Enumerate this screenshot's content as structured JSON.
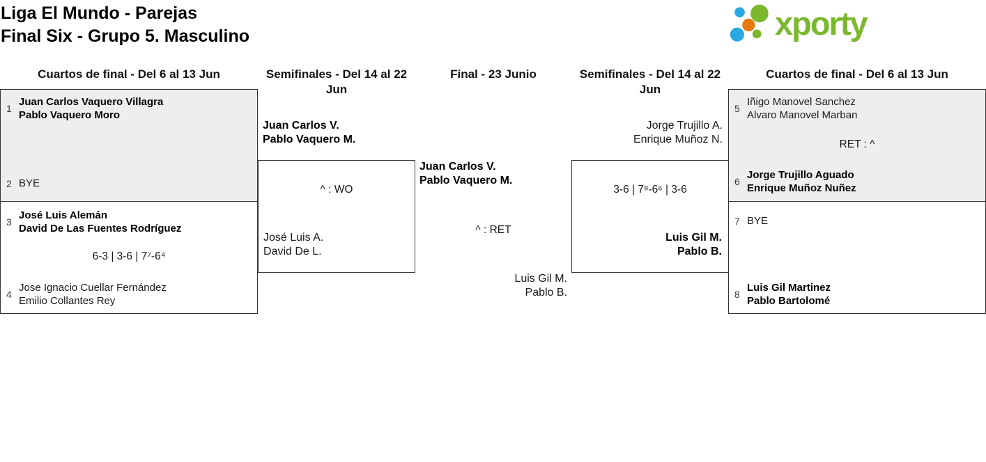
{
  "page": {
    "title_line1": "Liga El Mundo - Parejas",
    "title_line2": "Final Six - Grupo 5. Masculino"
  },
  "logo": {
    "text": "xporty",
    "colors": {
      "green": "#7cb82e",
      "blue": "#29a9e1",
      "orange": "#e87811"
    }
  },
  "colors": {
    "box_shaded": "#eeeeee",
    "box_border": "#333333",
    "text": "#1a1a1a"
  },
  "round_headers": {
    "qf_left": "Cuartos de final - Del 6 al 13 Jun",
    "sf_left": "Semifinales - Del 14 al 22 Jun",
    "final": "Final - 23 Junio",
    "sf_right": "Semifinales - Del 14 al 22 Jun",
    "qf_right": "Cuartos de final - Del 6 al 13 Jun"
  },
  "bracket": {
    "qf1": {
      "seed1": "1",
      "team1_line1": "Juan Carlos Vaquero Villagra",
      "team1_line2": "Pablo Vaquero Moro",
      "seed2": "2",
      "team2_line1": "BYE"
    },
    "qf2": {
      "seed1": "3",
      "team1_line1": "José Luis Alemán",
      "team1_line2": "David De Las Fuentes Rodríguez",
      "score": "6-3 | 3-6 | 7⁷-6⁴",
      "seed2": "4",
      "team2_line1": "Jose Ignacio Cuellar Fernández",
      "team2_line2": "Emilio Collantes Rey"
    },
    "sf1": {
      "team1_line1": "Juan Carlos V.",
      "team1_line2": "Pablo Vaquero M.",
      "score": "^ : WO",
      "team2_line1": "José Luis A.",
      "team2_line2": "David De L."
    },
    "final": {
      "team1_line1": "Juan Carlos V.",
      "team1_line2": "Pablo Vaquero M.",
      "score": "^ : RET",
      "team2_line1": "Luis Gil M.",
      "team2_line2": "Pablo B."
    },
    "sf2": {
      "team1_line1": "Jorge Trujillo A.",
      "team1_line2": "Enrique Muñoz N.",
      "score": "3-6 | 7⁸-6⁶ | 3-6",
      "team2_line1": "Luis Gil M.",
      "team2_line2": "Pablo B."
    },
    "qf3": {
      "seed1": "5",
      "team1_line1": "Iñigo Manovel Sanchez",
      "team1_line2": "Alvaro Manovel Marban",
      "score": "RET : ^",
      "seed2": "6",
      "team2_line1": "Jorge Trujillo Aguado",
      "team2_line2": "Enrique Muñoz Nuñez"
    },
    "qf4": {
      "seed1": "7",
      "team1_line1": "BYE",
      "seed2": "8",
      "team2_line1": "Luis Gil Martinez",
      "team2_line2": "Pablo Bartolomé"
    }
  }
}
